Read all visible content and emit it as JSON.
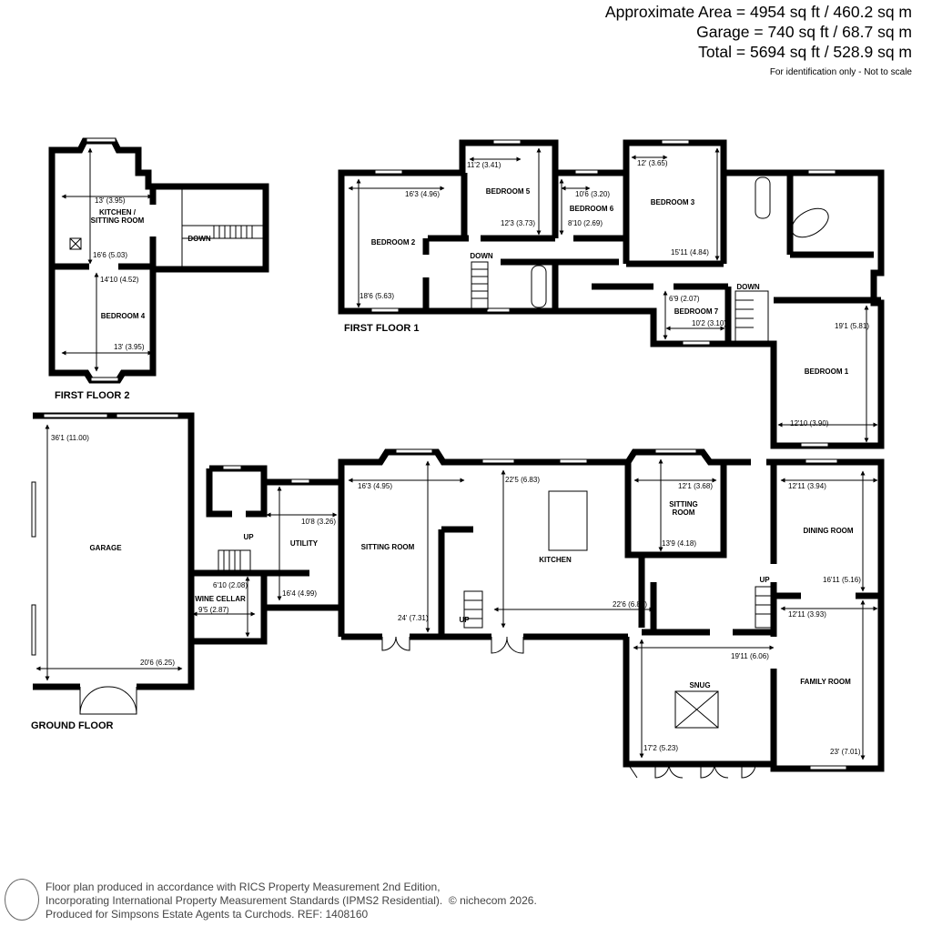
{
  "area": {
    "approx": "Approximate Area = 4954 sq ft / 460.2 sq m",
    "garage": "Garage = 740 sq ft / 68.7 sq m",
    "total": "Total = 5694 sq ft / 528.9 sq m",
    "note": "For identification only - Not to scale"
  },
  "floors": {
    "ff2": {
      "label": "FIRST FLOOR 2",
      "rooms": [
        {
          "name": "KITCHEN /",
          "name2": "SITTING ROOM",
          "dims": [
            "13' (3.95)",
            "16'6 (5.03)"
          ]
        },
        {
          "name": "BEDROOM 4",
          "dims": [
            "14'10 (4.52)",
            "13' (3.95)"
          ]
        }
      ],
      "stairs": "DOWN"
    },
    "ff1": {
      "label": "FIRST FLOOR 1",
      "rooms": [
        {
          "name": "BEDROOM 2",
          "dims": [
            "16'3 (4.96)",
            "18'6 (5.63)"
          ]
        },
        {
          "name": "BEDROOM 5",
          "dims": [
            "11'2 (3.41)",
            "12'3 (3.73)"
          ]
        },
        {
          "name": "BEDROOM 6",
          "dims": [
            "10'6 (3.20)",
            "8'10 (2.69)"
          ]
        },
        {
          "name": "BEDROOM 3",
          "dims": [
            "12' (3.65)",
            "15'11 (4.84)"
          ]
        },
        {
          "name": "BEDROOM 7",
          "dims": [
            "6'9 (2.07)",
            "10'2 (3.10)"
          ]
        },
        {
          "name": "BEDROOM 1",
          "dims": [
            "19'1 (5.81)",
            "12'10 (3.90)"
          ]
        }
      ],
      "stairs": [
        "DOWN",
        "DOWN"
      ]
    },
    "gf": {
      "label": "GROUND FLOOR",
      "rooms": [
        {
          "name": "GARAGE",
          "dims": [
            "36'1 (11.00)",
            "20'6 (6.25)"
          ]
        },
        {
          "name": "WINE CELLAR",
          "dims": [
            "6'10 (2.08)",
            "9'5 (2.87)"
          ]
        },
        {
          "name": "UTILITY",
          "dims": [
            "10'8 (3.26)",
            "16'4 (4.99)"
          ]
        },
        {
          "name": "SITTING ROOM",
          "dims": [
            "16'3 (4.95)",
            "24' (7.31)"
          ]
        },
        {
          "name": "KITCHEN",
          "dims": [
            "22'5 (6.83)",
            "22'6 (6.87)"
          ]
        },
        {
          "name": "SITTING",
          "name2": "ROOM",
          "dims": [
            "12'1 (3.68)",
            "13'9 (4.18)"
          ]
        },
        {
          "name": "DINING ROOM",
          "dims": [
            "12'11 (3.94)",
            "16'11 (5.16)"
          ]
        },
        {
          "name": "FAMILY ROOM",
          "dims": [
            "12'11 (3.93)",
            "23' (7.01)"
          ]
        },
        {
          "name": "SNUG",
          "dims": [
            "19'11 (6.06)",
            "17'2 (5.23)"
          ]
        }
      ],
      "stairs": [
        "UP",
        "UP",
        "UP"
      ]
    }
  },
  "footer": {
    "line1": "Floor plan produced in accordance with RICS Property Measurement 2nd Edition,",
    "line2": "Incorporating International Property Measurement Standards (IPMS2 Residential).",
    "copyright": "© nichecom 2026.",
    "line3": "Produced for Simpsons Estate Agents ta Curchods.   REF: 1408160"
  }
}
